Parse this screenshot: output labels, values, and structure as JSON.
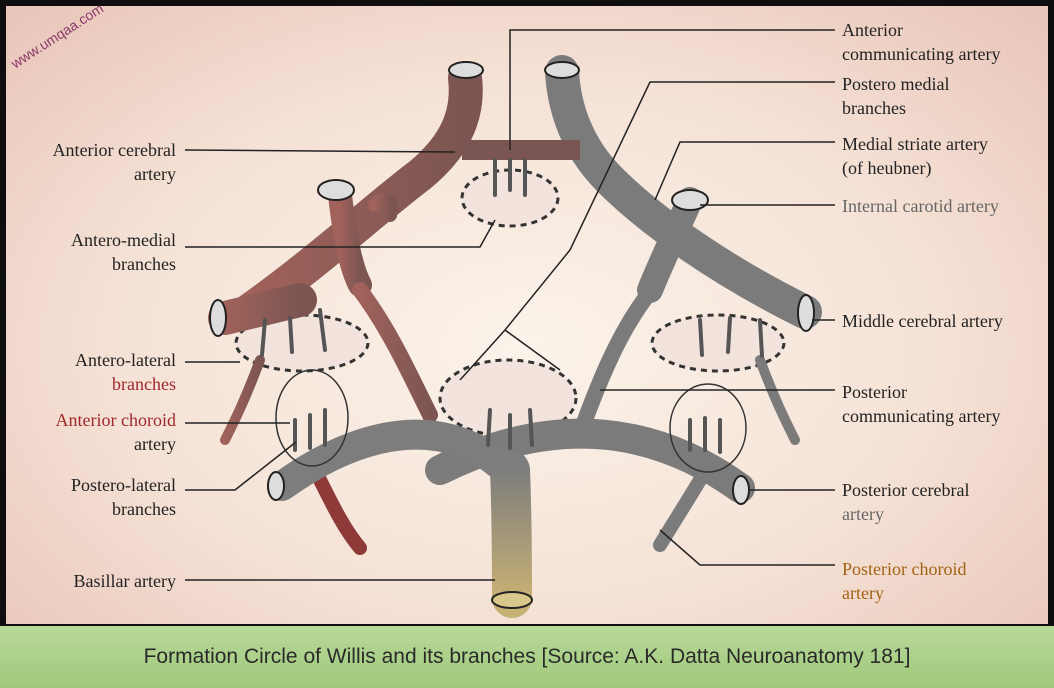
{
  "watermark": "www.umqaa.com",
  "caption": "Formation Circle of Willis and its branches [Source: A.K. Datta Neuroanatomy 181]",
  "labels_left": {
    "anterior_cerebral_1": "Anterior cerebral",
    "anterior_cerebral_2": "artery",
    "antero_medial_1": "Antero-medial",
    "antero_medial_2": "branches",
    "antero_lateral_1": "Antero-lateral",
    "antero_lateral_2": "branches",
    "anterior_choroid_1": "Anterior choroid",
    "anterior_choroid_2": "artery",
    "postero_lateral_1": "Postero-lateral",
    "postero_lateral_2": "branches",
    "basillar": "Basillar artery"
  },
  "labels_right": {
    "anterior_communicating_1": "Anterior",
    "anterior_communicating_2": "communicating artery",
    "postero_medial_1": "Postero medial",
    "postero_medial_2": "branches",
    "medial_striate_1": "Medial striate artery",
    "medial_striate_2": "(of heubner)",
    "internal_carotid": "Internal carotid artery",
    "middle_cerebral": "Middle cerebral artery",
    "posterior_communicating_1": "Posterior",
    "posterior_communicating_2": "communicating artery",
    "posterior_cerebral_1": "Posterior cerebral",
    "posterior_cerebral_2": "artery",
    "posterior_choroid_1": "Posterior choroid",
    "posterior_choroid_2": "artery"
  },
  "colors": {
    "vessel_left": "#8a5a55",
    "vessel_right": "#7b7b7b",
    "caption_bar": "#a8cf85",
    "label_red": "#a0282a",
    "label_orange": "#a36214"
  }
}
